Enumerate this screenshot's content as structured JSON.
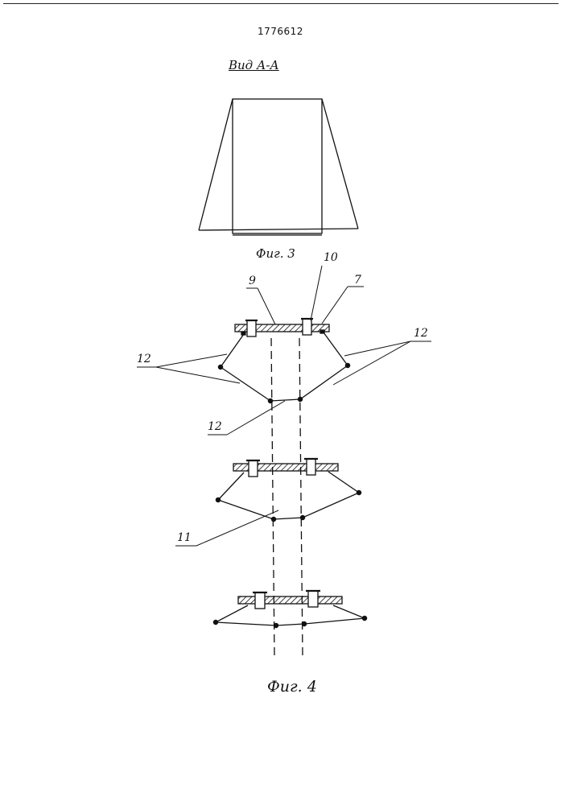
{
  "header": {
    "patent_number": "1776612"
  },
  "figure3": {
    "view_label": "Вид А-А",
    "caption": "Фиг. 3"
  },
  "figure4": {
    "caption": "Фиг. 4",
    "reference_numerals": {
      "r9": "9",
      "r10": "10",
      "r7": "7",
      "r12_left": "12",
      "r12_right": "12",
      "r12_bottom": "12",
      "r11": "11"
    }
  }
}
